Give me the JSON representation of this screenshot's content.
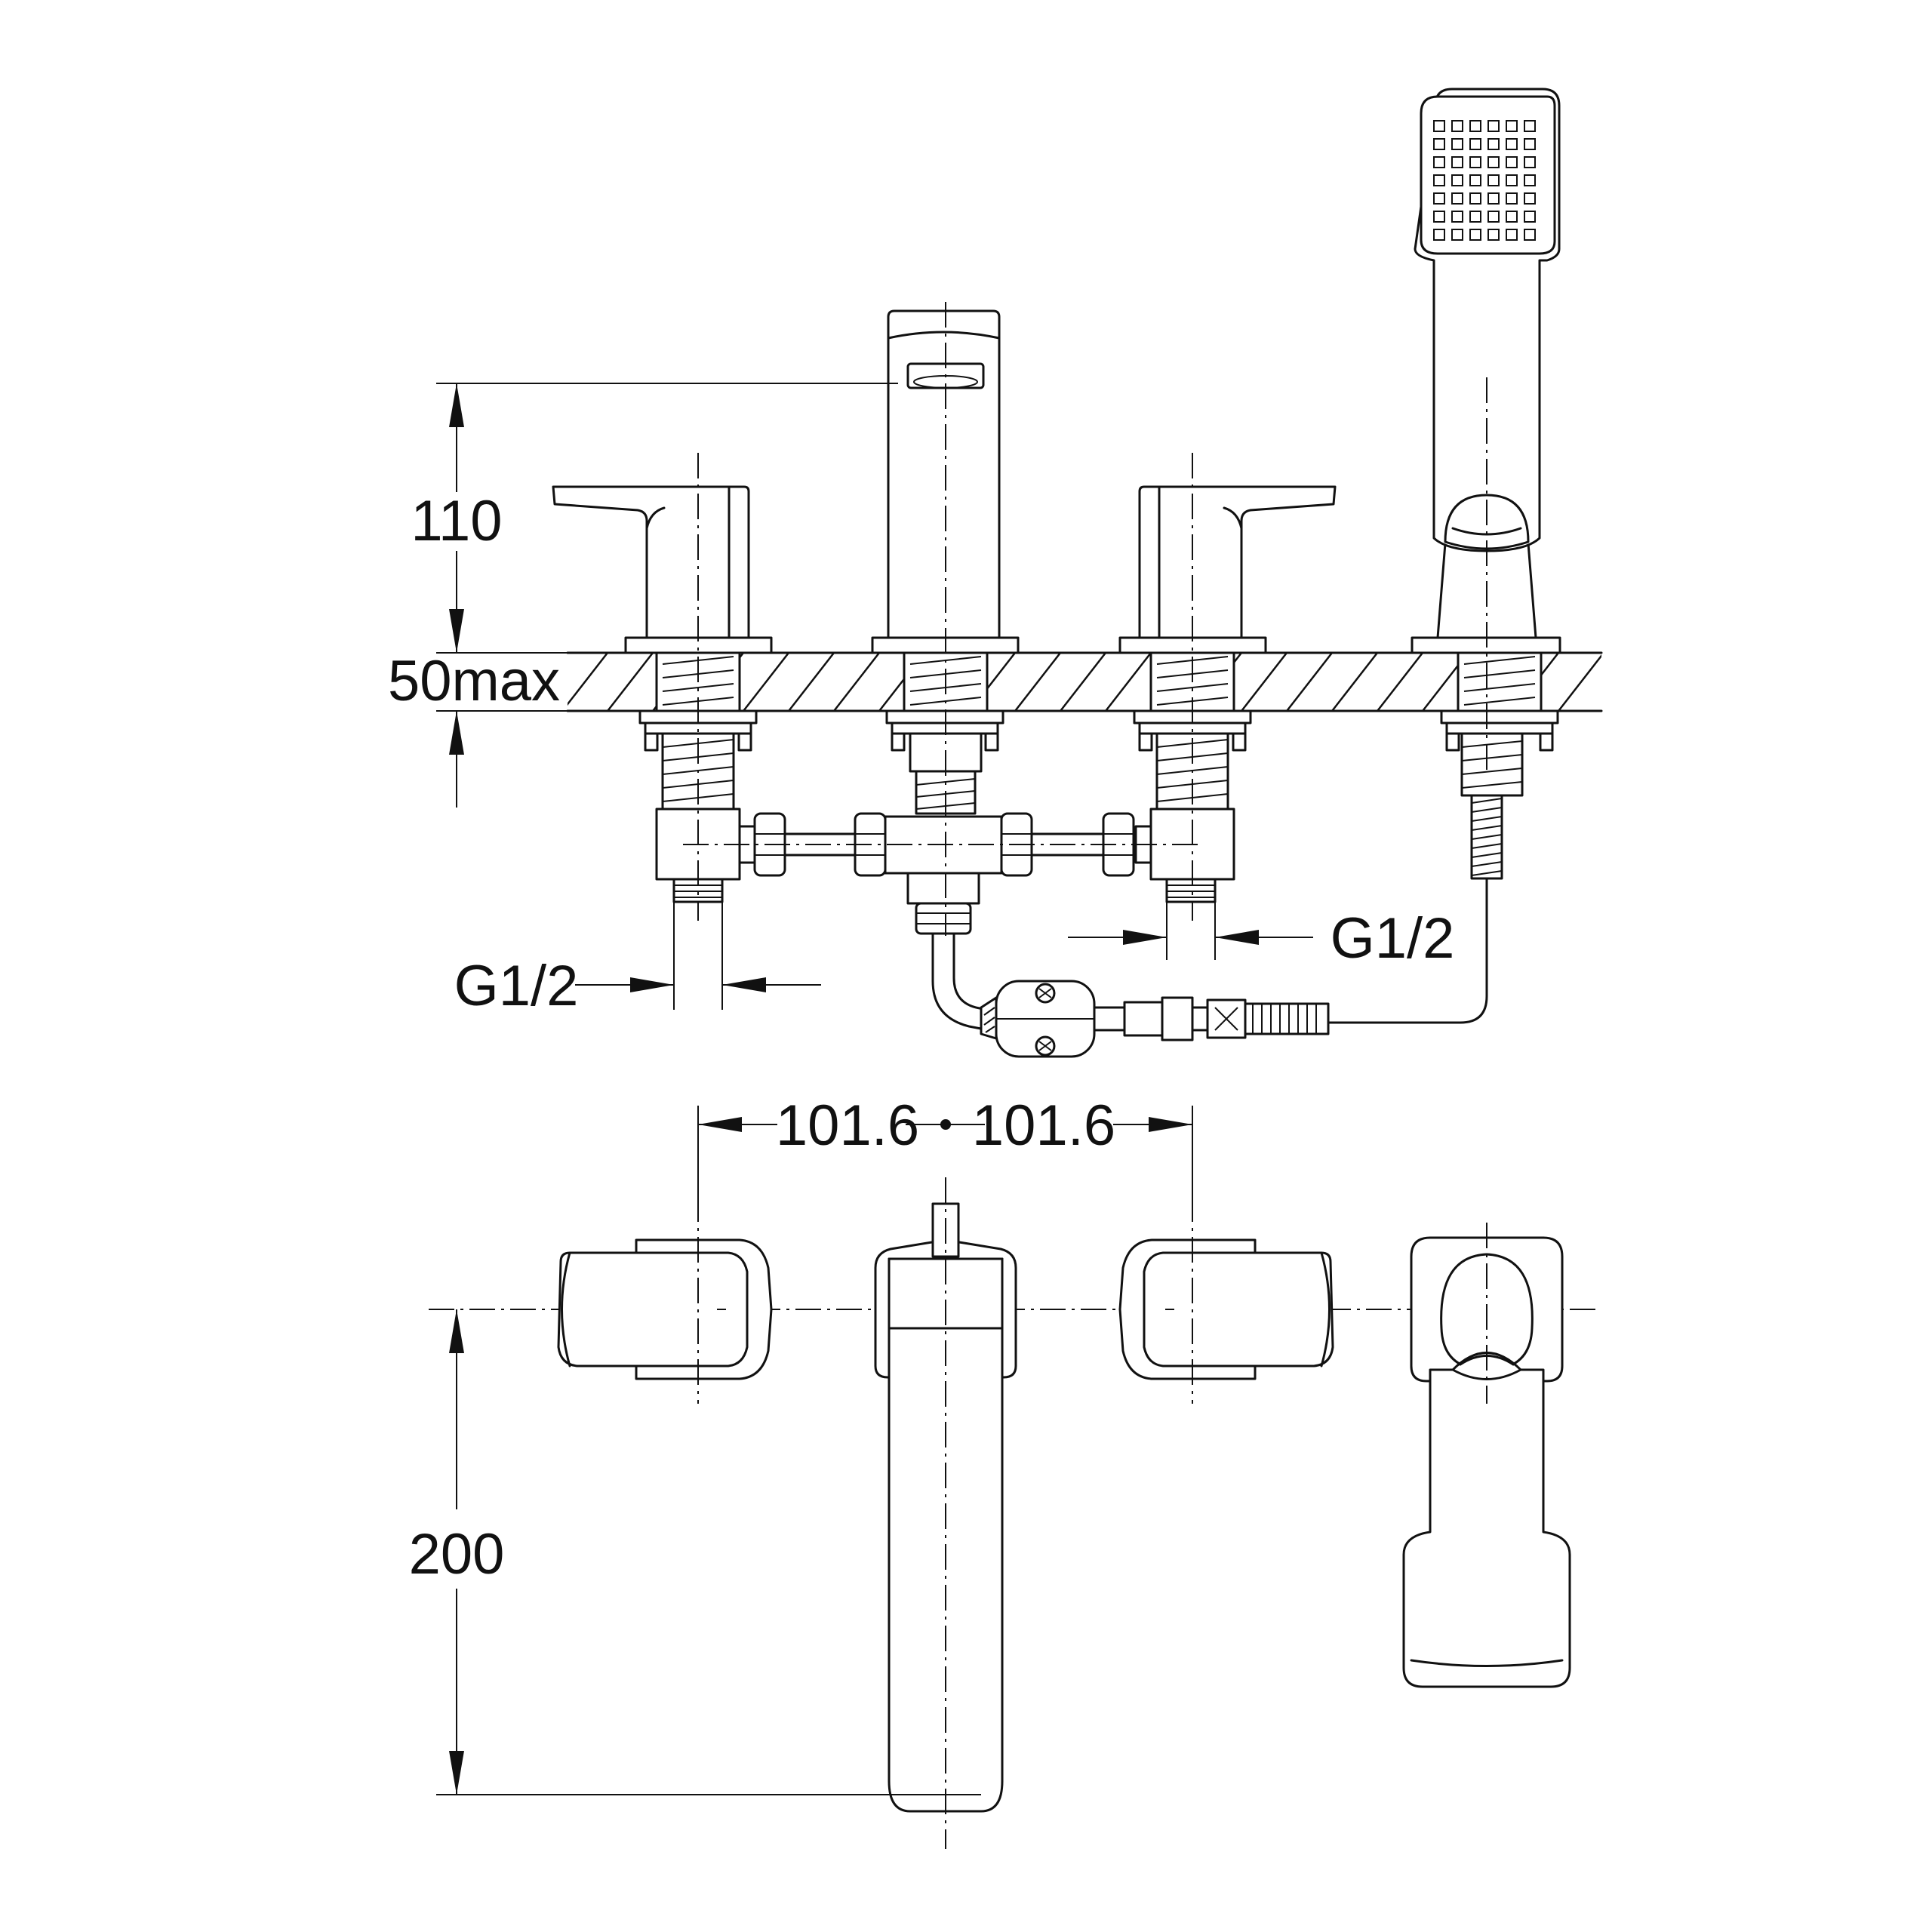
{
  "dimensions": {
    "spout_height": "110",
    "deck_thickness": "50max",
    "inlet_thread_left": "G1/2",
    "inlet_thread_right": "G1/2",
    "spacing_left": "101.6",
    "spacing_right": "101.6",
    "spout_reach": "200"
  }
}
